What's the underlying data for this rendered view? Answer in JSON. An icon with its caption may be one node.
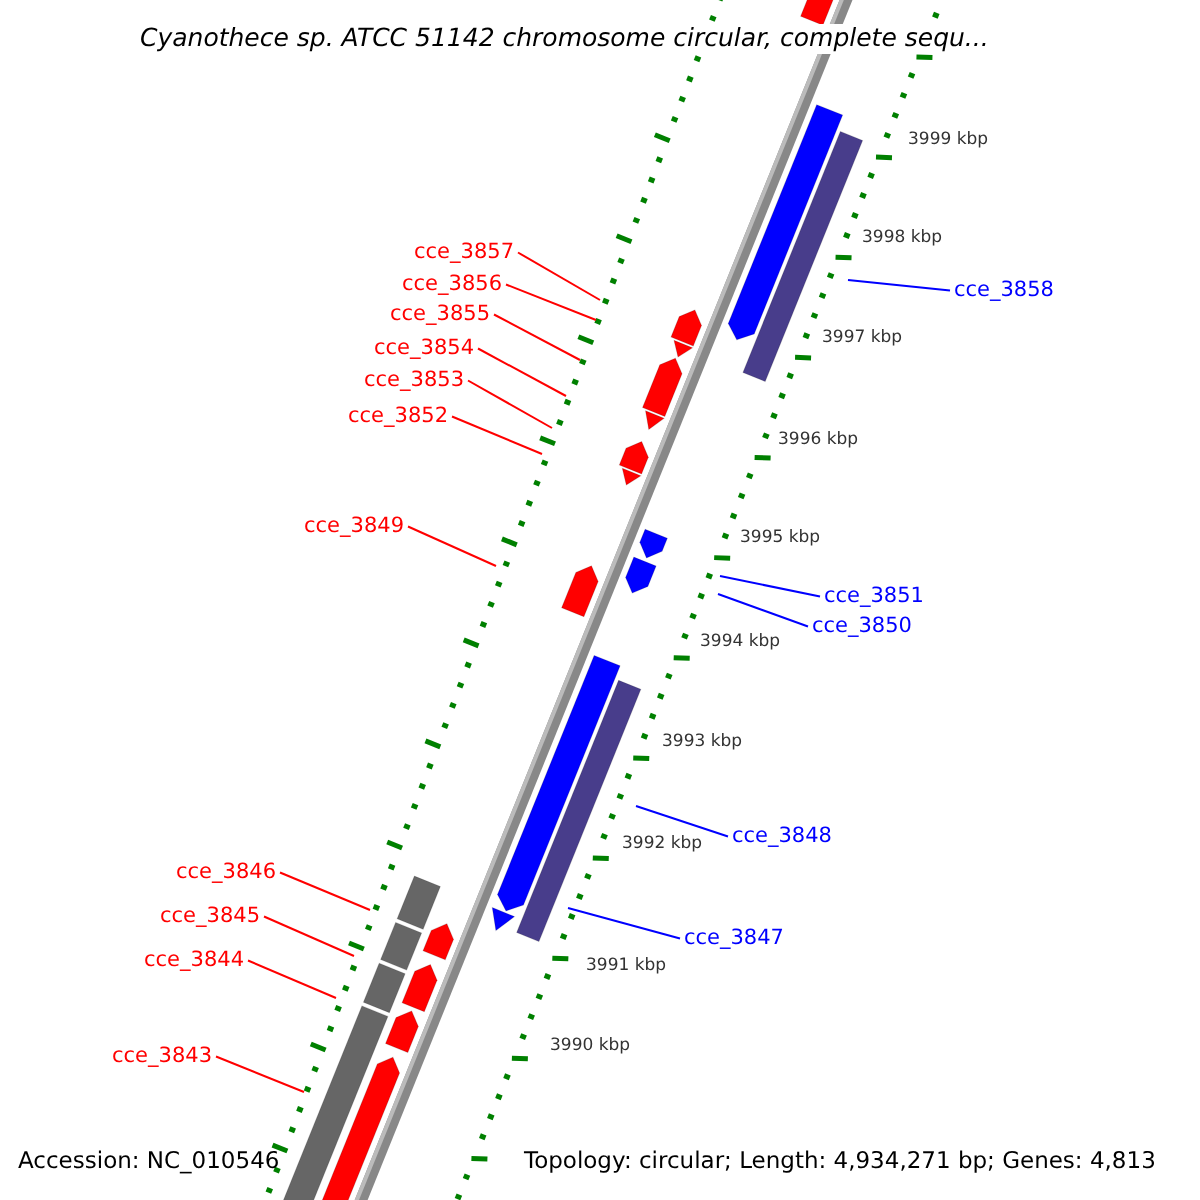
{
  "diagram": {
    "title": "Cyanothece sp. ATCC 51142 chromosome circular, complete sequ...",
    "nodes": [
      {
        "text": [
          "cce_3857"
        ]
      },
      {
        "text": [
          "cce_3856"
        ]
      },
      {
        "text": [
          "cce_3855"
        ]
      },
      {
        "text": [
          "cce_3854"
        ]
      },
      {
        "text": [
          "cce_3853"
        ]
      },
      {
        "text": [
          "cce_3852"
        ]
      },
      {
        "text": [
          "cce_3849"
        ]
      },
      {
        "text": [
          "cce_3846"
        ]
      },
      {
        "text": [
          "cce_3845"
        ]
      },
      {
        "text": [
          "cce_3844"
        ]
      },
      {
        "text": [
          "cce_3843"
        ]
      },
      {
        "text": [
          "cce_3858"
        ]
      },
      {
        "text": [
          "cce_3851"
        ]
      },
      {
        "text": [
          "cce_3850"
        ]
      },
      {
        "text": [
          "cce_3848"
        ]
      },
      {
        "text": [
          "cce_3847"
        ]
      }
    ],
    "edges": [
      {
        "from": 0,
        "to": null,
        "arrow": "none"
      },
      {
        "from": 1,
        "to": null,
        "arrow": "none"
      },
      {
        "from": 2,
        "to": null,
        "arrow": "none"
      },
      {
        "from": 3,
        "to": null,
        "arrow": "none"
      },
      {
        "from": 4,
        "to": null,
        "arrow": "none"
      },
      {
        "from": 5,
        "to": null,
        "arrow": "none"
      },
      {
        "from": 6,
        "to": null,
        "arrow": "none"
      },
      {
        "from": 7,
        "to": null,
        "arrow": "none"
      },
      {
        "from": 8,
        "to": null,
        "arrow": "none"
      },
      {
        "from": 9,
        "to": null,
        "arrow": "none"
      },
      {
        "from": 10,
        "to": null,
        "arrow": "none"
      },
      {
        "from": 11,
        "to": null,
        "arrow": "none",
        "color": "#0000ff"
      },
      {
        "from": 12,
        "to": null,
        "arrow": "none",
        "color": "#0000ff"
      },
      {
        "from": 13,
        "to": null,
        "arrow": "none",
        "color": "#0000ff"
      },
      {
        "from": 14,
        "to": null,
        "arrow": "none",
        "color": "#0000ff"
      },
      {
        "from": 15,
        "to": null,
        "arrow": "none",
        "color": "#0000ff"
      }
    ],
    "labels": [
      "3999 kbp",
      "3998 kbp",
      "3997 kbp",
      "3996 kbp",
      "3995 kbp",
      "3994 kbp",
      "3993 kbp",
      "3992 kbp",
      "3991 kbp",
      "3990 kbp",
      "Accession: NC_010546",
      "Topology: circular; Length: 4,934,271 bp; Genes: 4,813"
    ]
  }
}
